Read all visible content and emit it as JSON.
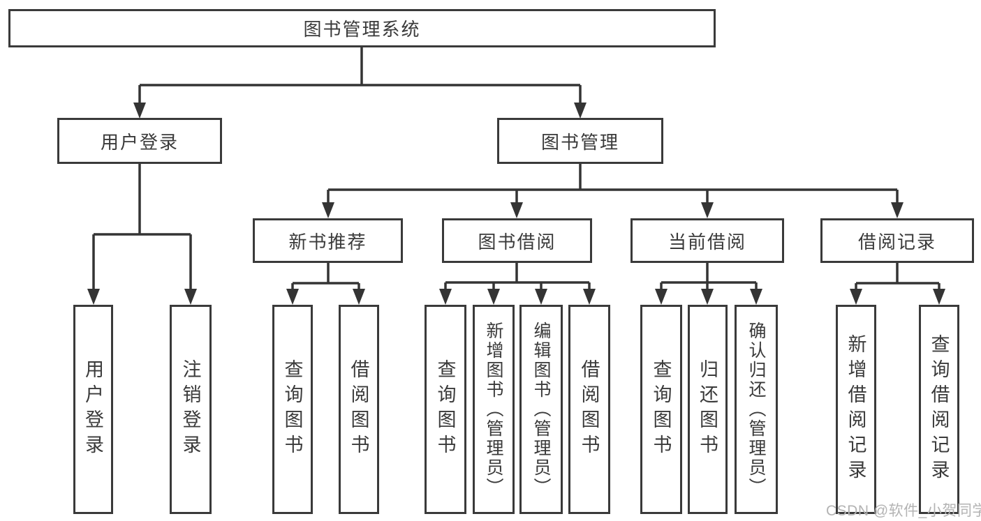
{
  "tree": {
    "root": {
      "label": "图书管理系统",
      "children": [
        {
          "label": "用户登录",
          "children": [
            {
              "label": "用户登录"
            },
            {
              "label": "注销登录"
            }
          ]
        },
        {
          "label": "图书管理",
          "children": [
            {
              "label": "新书推荐",
              "children": [
                {
                  "label": "查询图书"
                },
                {
                  "label": "借阅图书"
                }
              ]
            },
            {
              "label": "图书借阅",
              "children": [
                {
                  "label": "查询图书"
                },
                {
                  "label": "新增图书（管理员）"
                },
                {
                  "label": "编辑图书（管理员）"
                },
                {
                  "label": "借阅图书"
                }
              ]
            },
            {
              "label": "当前借阅",
              "children": [
                {
                  "label": "查询图书"
                },
                {
                  "label": "归还图书"
                },
                {
                  "label": "确认归还（管理员）"
                }
              ]
            },
            {
              "label": "借阅记录",
              "children": [
                {
                  "label": "新增借阅记录"
                },
                {
                  "label": "查询借阅记录"
                }
              ]
            }
          ]
        }
      ]
    }
  },
  "watermark": {
    "text": "CSDN @软件_小贺同学"
  },
  "colors": {
    "line": "#343434",
    "box_border": "#3a3a3a",
    "text": "#3a3a3a",
    "background": "#ffffff",
    "watermark": "#b3b3b3"
  }
}
